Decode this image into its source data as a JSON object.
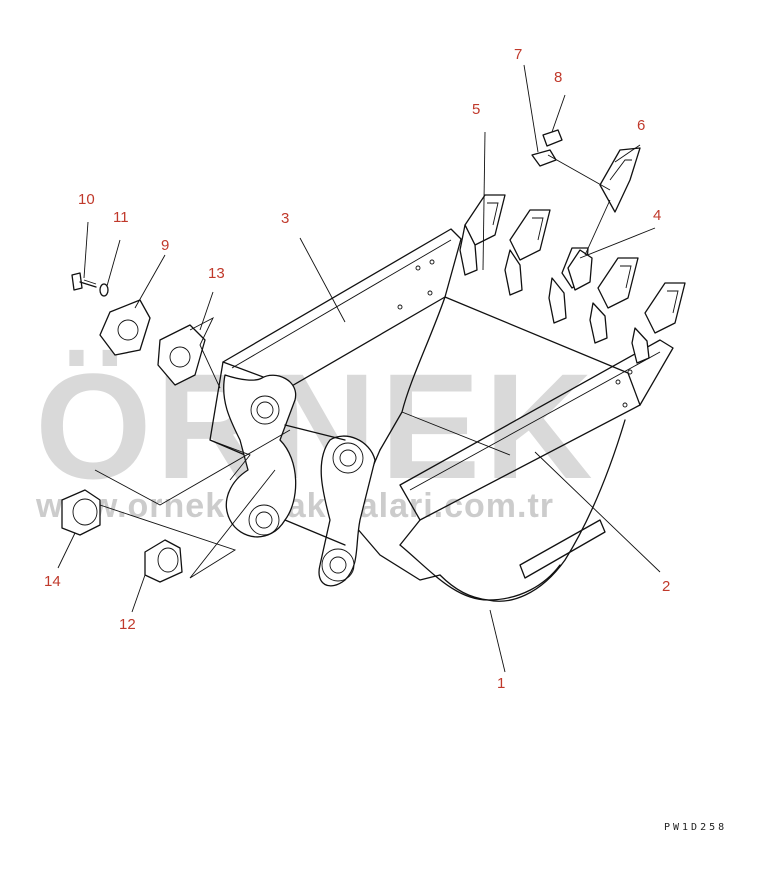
{
  "diagram": {
    "watermark": {
      "brand": "ÖRNEK",
      "site": "www.ornekismakinalari.com.tr"
    },
    "drawing_code": "PW1D258",
    "callouts": [
      {
        "id": "c1",
        "label": "1"
      },
      {
        "id": "c2",
        "label": "2"
      },
      {
        "id": "c3",
        "label": "3"
      },
      {
        "id": "c4",
        "label": "4"
      },
      {
        "id": "c5",
        "label": "5"
      },
      {
        "id": "c6",
        "label": "6"
      },
      {
        "id": "c7",
        "label": "7"
      },
      {
        "id": "c8",
        "label": "8"
      },
      {
        "id": "c9",
        "label": "9"
      },
      {
        "id": "c10",
        "label": "10"
      },
      {
        "id": "c11",
        "label": "11"
      },
      {
        "id": "c12",
        "label": "12"
      },
      {
        "id": "c13",
        "label": "13"
      },
      {
        "id": "c14",
        "label": "14"
      }
    ],
    "colors": {
      "callout": "#c0392b",
      "line": "#111111",
      "watermark": "#d9d9d9"
    }
  }
}
